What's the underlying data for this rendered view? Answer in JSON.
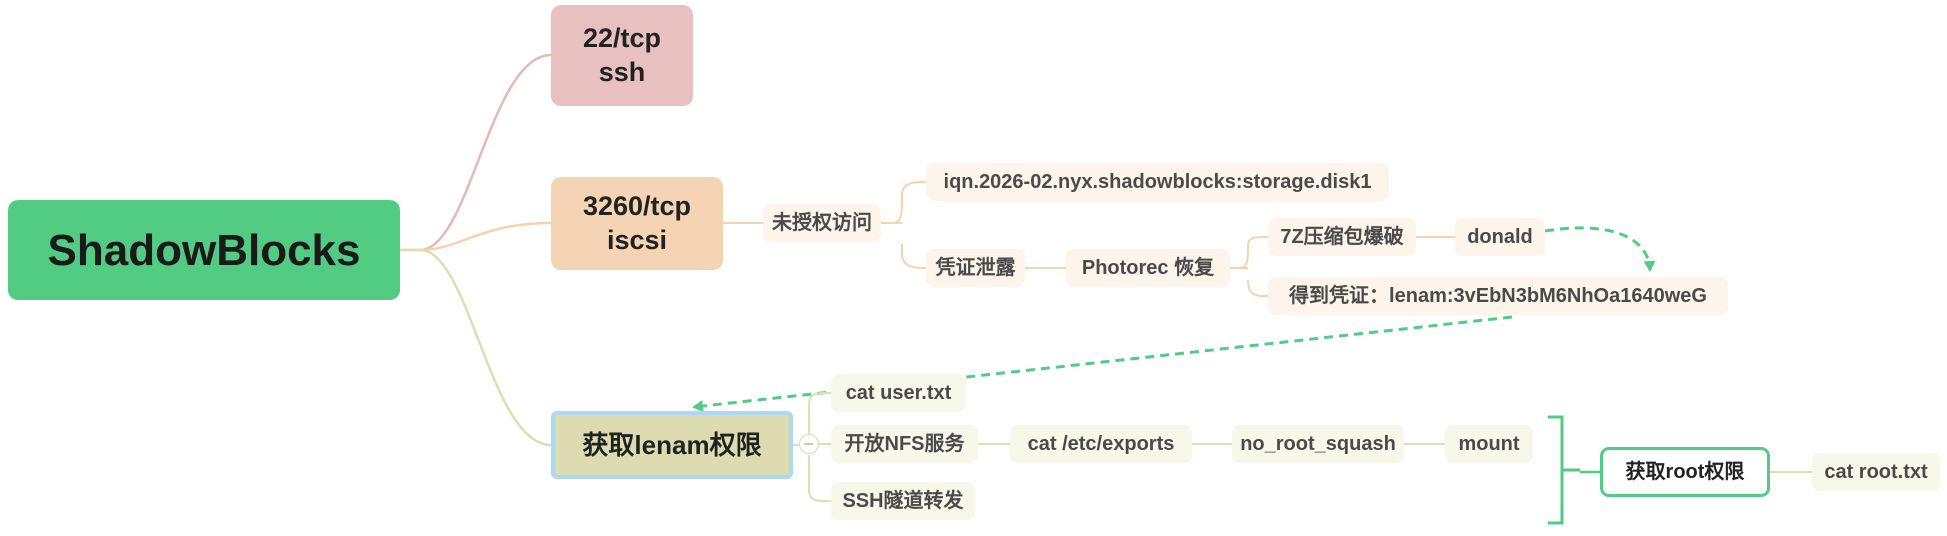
{
  "mindmap": {
    "root": {
      "label": "ShadowBlocks"
    },
    "ports": {
      "ssh": {
        "lines": [
          "22/tcp",
          "ssh"
        ]
      },
      "iscsi": {
        "lines": [
          "3260/tcp",
          "iscsi"
        ]
      }
    },
    "iscsi_branch": {
      "unauth_access": "未授权访问",
      "iqn": "iqn.2026-02.nyx.shadowblocks:storage.disk1",
      "credential_leak": "凭证泄露",
      "photorec": "Photorec 恢复",
      "zip_crack": "7Z压缩包爆破",
      "donald": "donald",
      "got_credential": "得到凭证：lenam:3vEbN3bM6NhOa1640weG"
    },
    "lenam_branch": {
      "title": "获取lenam权限",
      "cat_user": "cat user.txt",
      "nfs": "开放NFS服务",
      "cat_exports": "cat /etc/exports",
      "no_root_squash": "no_root_squash",
      "mount": "mount",
      "ssh_tunnel": "SSH隧道转发"
    },
    "root_branch": {
      "title": "获取root权限",
      "cat_root": "cat root.txt"
    }
  },
  "colors": {
    "root_fill": "#52cc82",
    "ssh_fill": "#e8c0c0",
    "iscsi_fill": "#f4d4b2",
    "lenam_fill": "#dcdcb0",
    "lenam_border": "#add8f2",
    "link_arrow": "#52cc82",
    "branch_ssh": "#e6b8b8",
    "branch_iscsi": "#f5d3ad",
    "branch_lenam": "#dcdfb0"
  }
}
